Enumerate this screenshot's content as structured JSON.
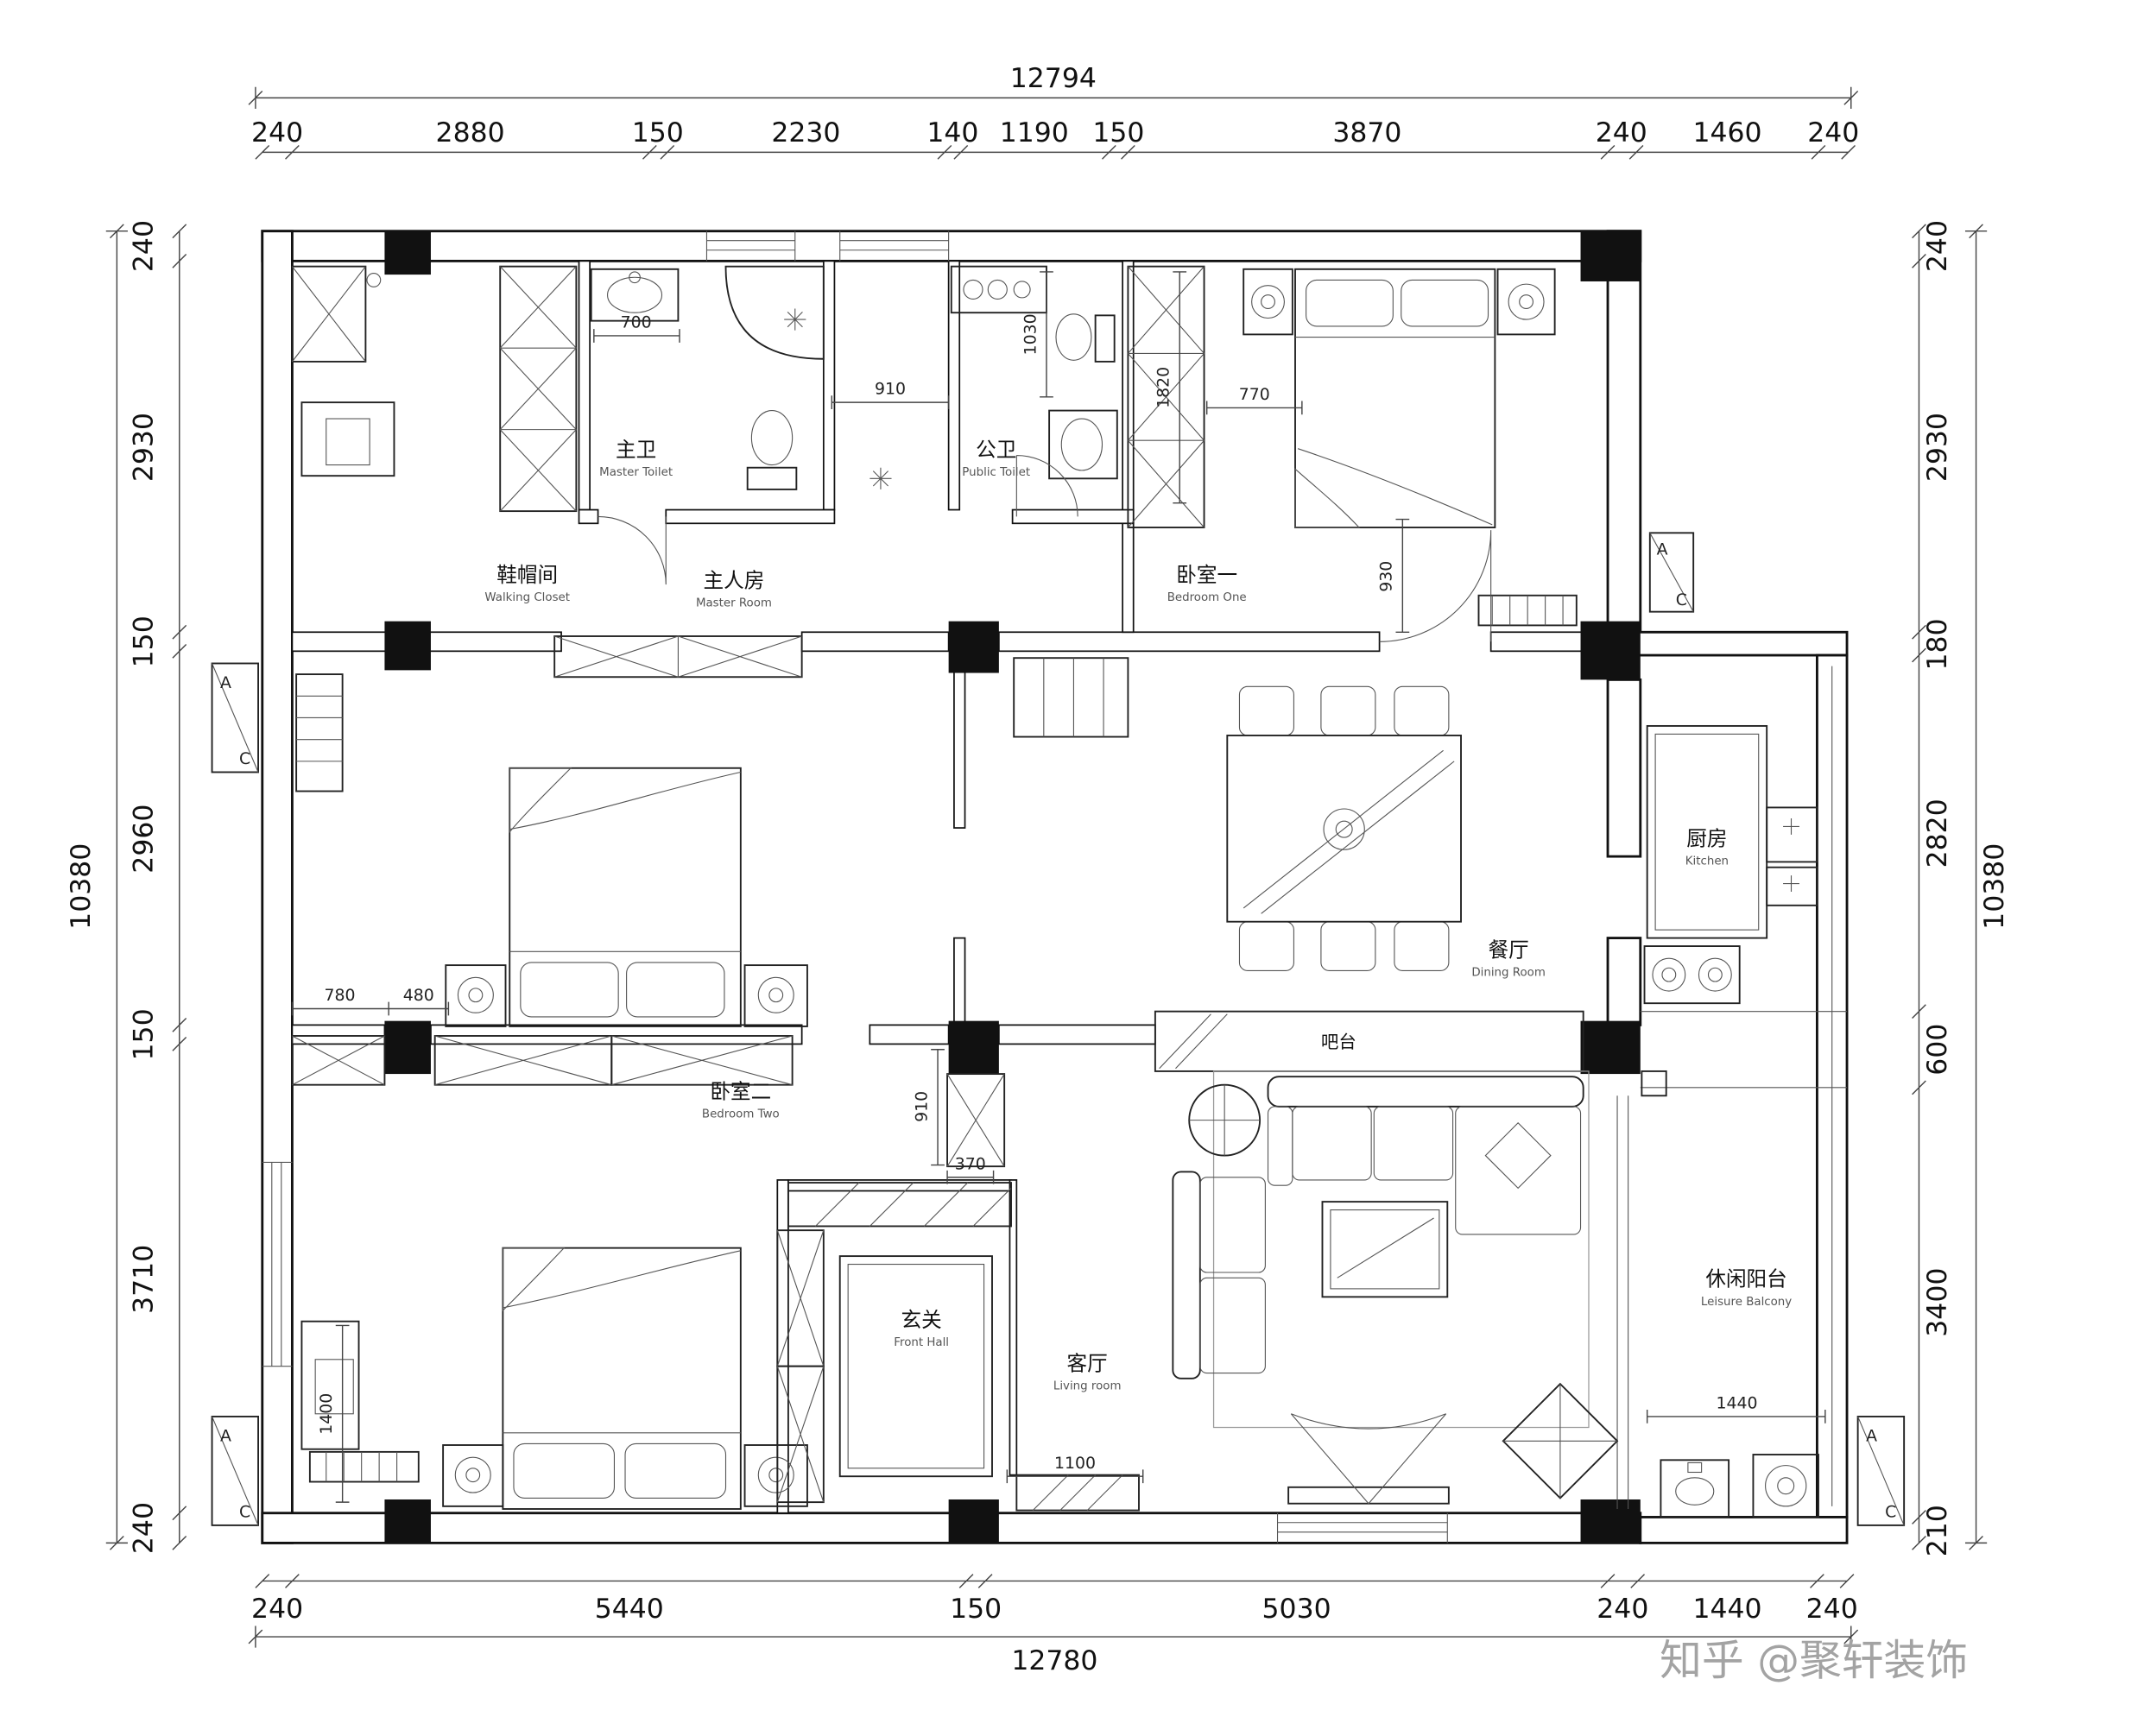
{
  "page": {
    "watermark": "知乎 @聚轩装饰"
  },
  "dimensions": {
    "top": {
      "total": "12794",
      "segments": [
        "240",
        "2880",
        "150",
        "2230",
        "140",
        "1190",
        "150",
        "3870",
        "240",
        "1460",
        "240"
      ]
    },
    "bottom": {
      "total": "12780",
      "segments": [
        "240",
        "5440",
        "150",
        "5030",
        "240",
        "1440",
        "240"
      ]
    },
    "left": {
      "total": "10380",
      "segments": [
        "240",
        "2930",
        "150",
        "2960",
        "150",
        "3710",
        "240"
      ]
    },
    "right": {
      "total": "10380",
      "segments": [
        "240",
        "2930",
        "180",
        "2820",
        "600",
        "3400",
        "210"
      ]
    }
  },
  "rooms": {
    "walking_closet": {
      "cn": "鞋帽间",
      "en": "Walking Closet"
    },
    "master_room": {
      "cn": "主人房",
      "en": "Master Room"
    },
    "master_toilet": {
      "cn": "主卫",
      "en": "Master Toilet"
    },
    "public_toilet": {
      "cn": "公卫",
      "en": "Public Toilet"
    },
    "bedroom_one": {
      "cn": "卧室一",
      "en": "Bedroom One"
    },
    "kitchen": {
      "cn": "厨房",
      "en": "Kitchen"
    },
    "dining_room": {
      "cn": "餐厅",
      "en": "Dining Room"
    },
    "bedroom_two": {
      "cn": "卧室二",
      "en": "Bedroom Two"
    },
    "front_hall": {
      "cn": "玄关",
      "en": "Front Hall"
    },
    "living_room": {
      "cn": "客厅",
      "en": "Living room"
    },
    "leisure_balcony": {
      "cn": "休闲阳台",
      "en": "Leisure Balcony"
    },
    "bar": {
      "cn": "吧台"
    }
  },
  "interior_dims": {
    "d700": "700",
    "d910": "910",
    "d1030": "1030",
    "d1820": "1820",
    "d770": "770",
    "d930": "930",
    "d780": "780",
    "d480": "480",
    "d910b": "910",
    "d370": "370",
    "d1400": "1400",
    "d1100": "1100",
    "d1440": "1440"
  },
  "ac_unit": {
    "a": "A",
    "c": "C"
  }
}
